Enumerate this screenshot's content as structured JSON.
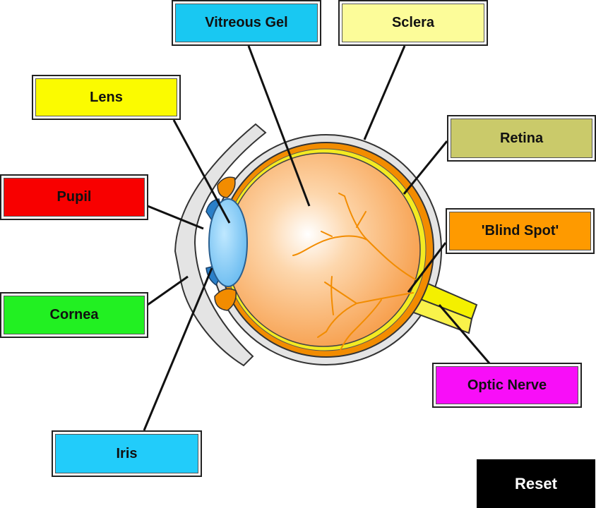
{
  "labels": {
    "vitreous_gel": {
      "text": "Vitreous Gel",
      "color": "#19c8f2"
    },
    "sclera": {
      "text": "Sclera",
      "color": "#fcfc99"
    },
    "lens": {
      "text": "Lens",
      "color": "#fbfb00"
    },
    "retina": {
      "text": "Retina",
      "color": "#caca6a"
    },
    "pupil": {
      "text": "Pupil",
      "color": "#f80000"
    },
    "blind_spot": {
      "text": "'Blind Spot'",
      "color": "#fe9a00"
    },
    "cornea": {
      "text": "Cornea",
      "color": "#22f022"
    },
    "optic_nerve": {
      "text": "Optic Nerve",
      "color": "#f80ef8"
    },
    "iris": {
      "text": "Iris",
      "color": "#22ccfa"
    }
  },
  "reset": {
    "label": "Reset"
  }
}
